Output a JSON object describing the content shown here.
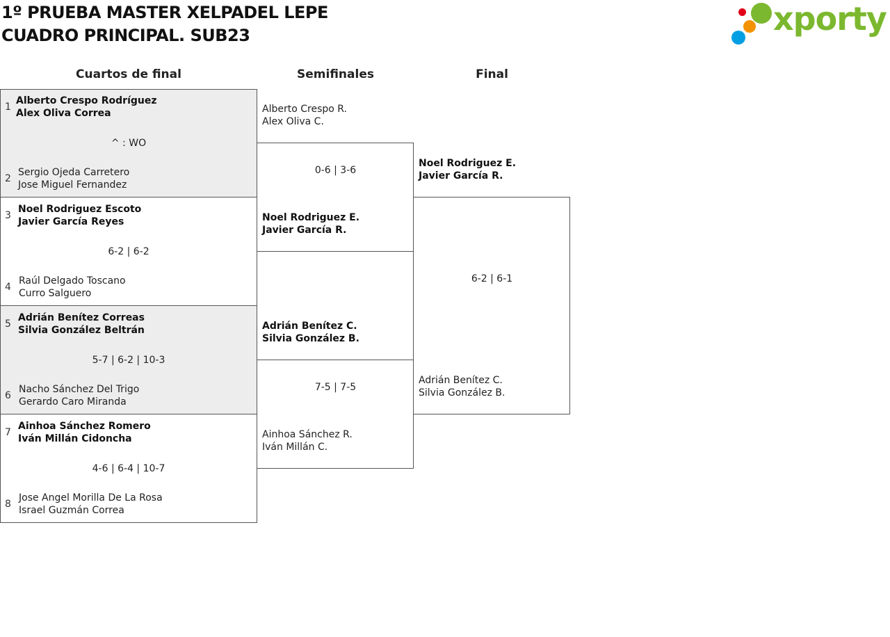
{
  "title": {
    "line1": "1º PRUEBA MASTER XELPADEL LEPE",
    "line2": "CUADRO PRINCIPAL. SUB23"
  },
  "logo": {
    "text": "xporty",
    "colors": [
      "#e2001a",
      "#f39200",
      "#009fe3",
      "#7cb82f"
    ]
  },
  "rounds": {
    "quarter": "Cuartos de final",
    "semi": "Semifinales",
    "final": "Final"
  },
  "quarterfinals": [
    {
      "seed_a": "1",
      "a1": "Alberto Crespo Rodríguez",
      "a2": "Alex Oliva Correa",
      "score": "^ : WO",
      "seed_b": "2",
      "b1": "Sergio Ojeda Carretero",
      "b2": "Jose Miguel Fernandez"
    },
    {
      "seed_a": "3",
      "a1": "Noel Rodriguez Escoto",
      "a2": "Javier García Reyes",
      "score": "6-2 | 6-2",
      "seed_b": "4",
      "b1": "Raúl Delgado Toscano",
      "b2": "Curro Salguero"
    },
    {
      "seed_a": "5",
      "a1": "Adrián Benítez Correas",
      "a2": "Silvia González Beltrán",
      "score": "5-7 | 6-2 | 10-3",
      "seed_b": "6",
      "b1": "Nacho Sánchez Del Trigo",
      "b2": "Gerardo Caro Miranda"
    },
    {
      "seed_a": "7",
      "a1": "Ainhoa Sánchez Romero",
      "a2": "Iván Millán Cidoncha",
      "score": "4-6 | 6-4 | 10-7",
      "seed_b": "8",
      "b1": "Jose Angel Morilla De La Rosa",
      "b2": "Israel Guzmán Correa"
    }
  ],
  "semifinals": [
    {
      "a1": "Alberto Crespo R.",
      "a2": "Alex Oliva C.",
      "score": "0-6 | 3-6",
      "b1": "Noel Rodriguez E.",
      "b2": "Javier García R."
    },
    {
      "a1": "Adrián Benítez C.",
      "a2": "Silvia González B.",
      "score": "7-5 | 7-5",
      "b1": "Ainhoa Sánchez R.",
      "b2": "Iván Millán C."
    }
  ],
  "final": {
    "a1": "Noel Rodriguez E.",
    "a2": "Javier García R.",
    "score": "6-2 | 6-1",
    "b1": "Adrián Benítez C.",
    "b2": "Silvia González B."
  }
}
